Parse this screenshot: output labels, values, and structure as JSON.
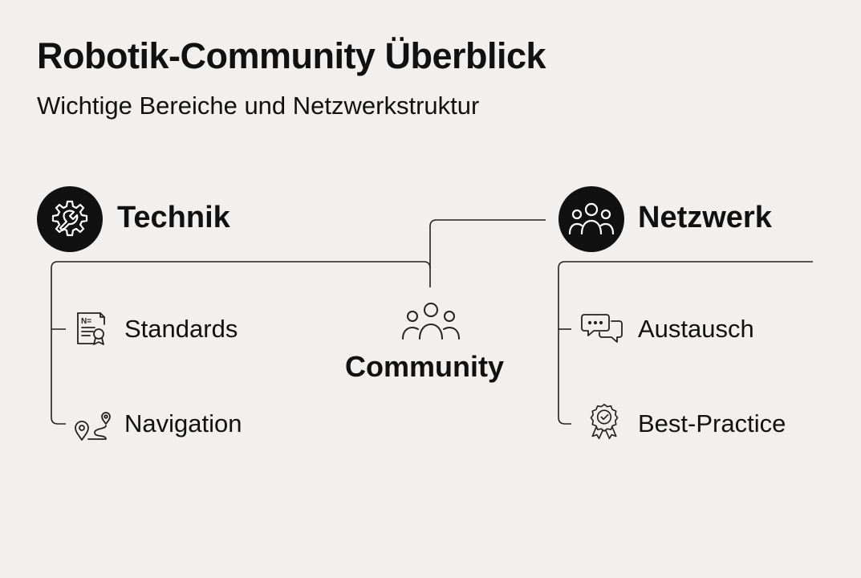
{
  "header": {
    "title": "Robotik-Community Überblick",
    "subtitle": "Wichtige Bereiche und Netzwerkstruktur"
  },
  "center": {
    "label": "Community",
    "icon": "people-group-icon"
  },
  "groups": [
    {
      "title": "Technik",
      "icon": "gear-wrench-icon",
      "items": [
        {
          "label": "Standards",
          "icon": "certificate-document-icon"
        },
        {
          "label": "Navigation",
          "icon": "route-pin-icon"
        }
      ]
    },
    {
      "title": "Netzwerk",
      "icon": "people-icon",
      "items": [
        {
          "label": "Austausch",
          "icon": "chat-bubbles-icon"
        },
        {
          "label": "Best-Practice",
          "icon": "award-badge-icon"
        }
      ]
    }
  ],
  "colors": {
    "background": "#f1f0ee",
    "ink": "#111111",
    "line": "#222222"
  }
}
